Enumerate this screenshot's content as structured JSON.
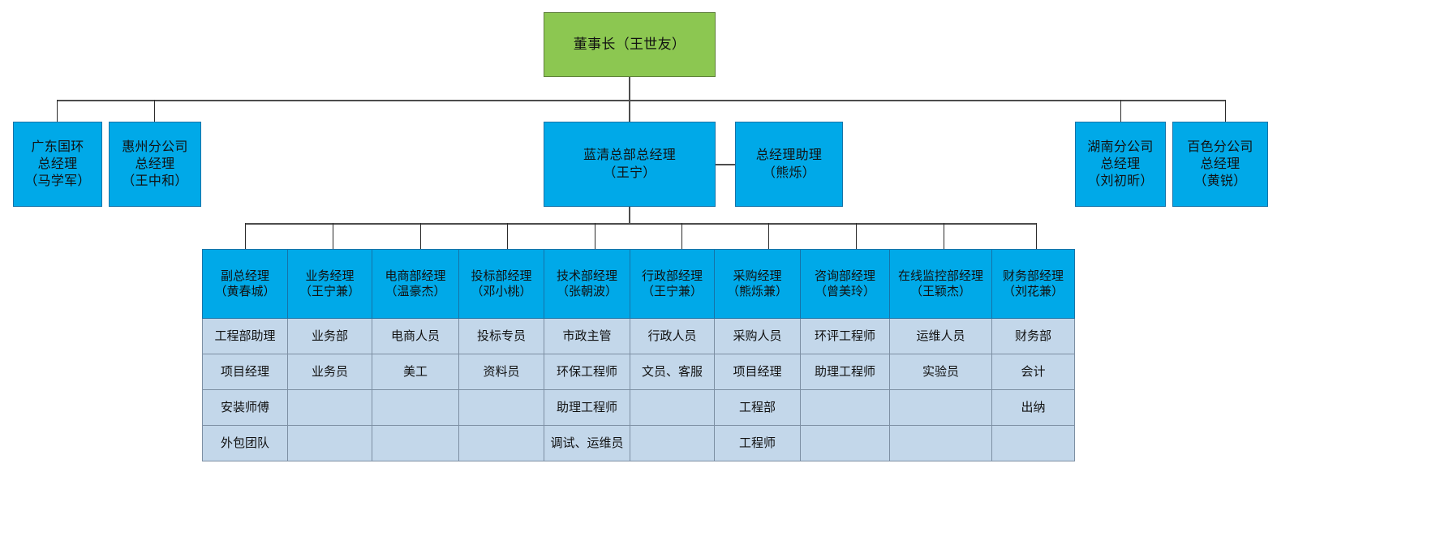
{
  "chart_type": "organization-chart",
  "root": {
    "title": "董事长（王世友）",
    "color": "#8cc751"
  },
  "branches": {
    "left": [
      {
        "label": "广东国环\n总经理\n（马学军）"
      },
      {
        "label": "惠州分公司\n总经理\n（王中和）"
      }
    ],
    "center": {
      "label": "蓝清总部总经理\n（王宁）"
    },
    "assistant": {
      "label": "总经理助理\n（熊烁）"
    },
    "right": [
      {
        "label": "湖南分公司\n总经理\n（刘初昕）"
      },
      {
        "label": "百色分公司\n总经理\n（黄锐）"
      }
    ]
  },
  "departments": {
    "headers": [
      "副总经理\n（黄春城）",
      "业务经理\n（王宁兼）",
      "电商部经理\n（温豪杰）",
      "投标部经理\n（邓小桃）",
      "技术部经理\n（张朝波）",
      "行政部经理\n（王宁兼）",
      "采购经理\n（熊烁兼）",
      "咨询部经理\n（曾美玲）",
      "在线监控部经理\n（王颖杰）",
      "财务部经理\n（刘花兼）"
    ],
    "rows": [
      [
        "工程部助理",
        "业务部",
        "电商人员",
        "投标专员",
        "市政主管",
        "行政人员",
        "采购人员",
        "环评工程师",
        "运维人员",
        "财务部"
      ],
      [
        "项目经理",
        "业务员",
        "美工",
        "资料员",
        "环保工程师",
        "文员、客服",
        "项目经理",
        "助理工程师",
        "实验员",
        "会计"
      ],
      [
        "安装师傅",
        "",
        "",
        "",
        "助理工程师",
        "",
        "工程部",
        "",
        "",
        "出纳"
      ],
      [
        "外包团队",
        "",
        "",
        "",
        "调试、运维员",
        "",
        "工程师",
        "",
        "",
        ""
      ]
    ]
  },
  "colors": {
    "chairman": "#8cc751",
    "manager": "#00a9e8",
    "staff": "#c3d7ea",
    "line": "#4d4d4d"
  }
}
